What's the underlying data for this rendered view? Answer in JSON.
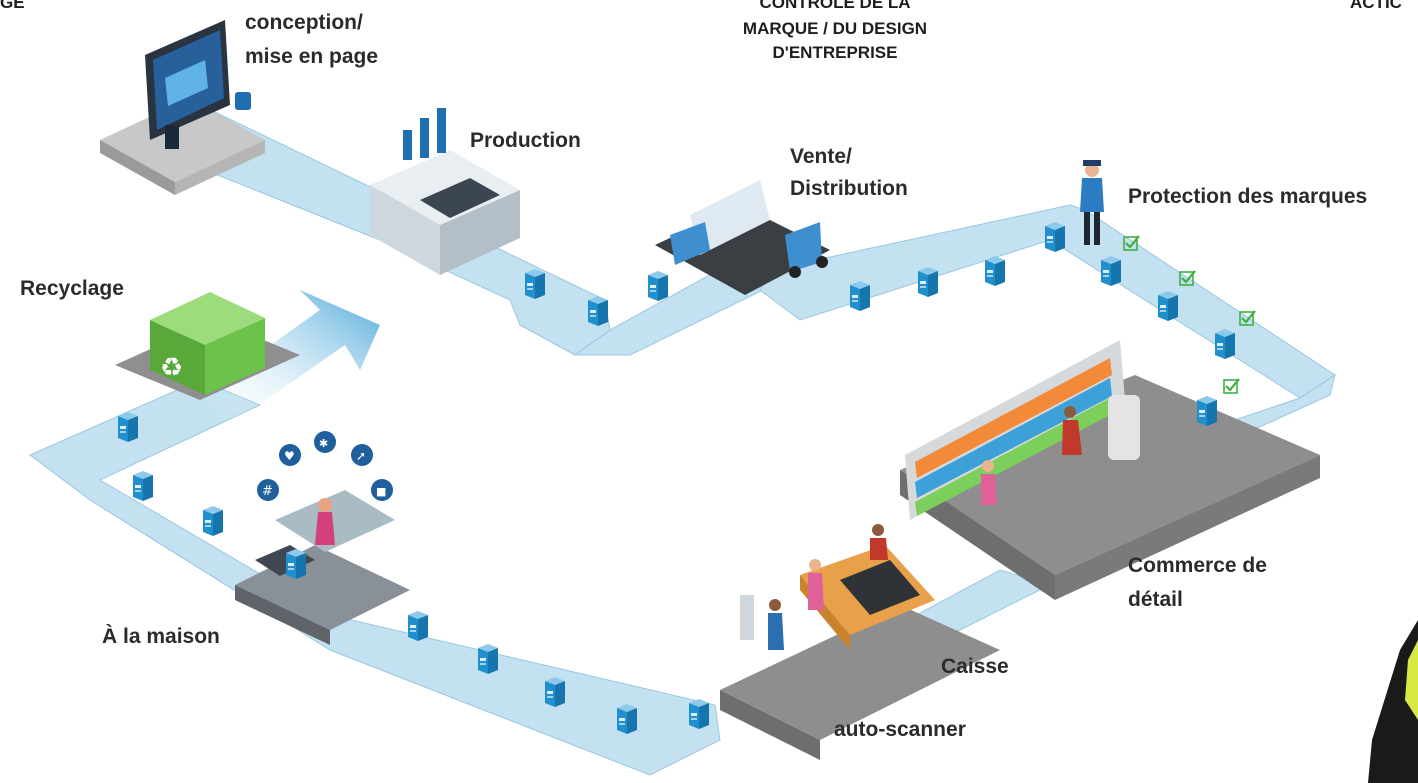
{
  "headers": {
    "left_cut": "GE",
    "center_line1": "CONTRÔLE DE LA",
    "center_line2": "MARQUE / DU DESIGN",
    "center_line3": "D'ENTREPRISE",
    "right_cut": "ACTIC"
  },
  "stages": {
    "design_line1": "conception/",
    "design_line2": "mise en page",
    "production": "Production",
    "sales_line1": "Vente/",
    "sales_line2": "Distribution",
    "brand_protection": "Protection des marques",
    "recycling": "Recyclage",
    "home": "À la maison",
    "retail_line1": "Commerce de",
    "retail_line2": "détail",
    "checkout": "Caisse",
    "self_scan": "auto-scanner"
  },
  "social_icons": [
    "hashtag-icon",
    "heart-icon",
    "cat-icon",
    "share-icon",
    "chat-icon"
  ],
  "colors": {
    "path": "#b9dbec",
    "path_edge": "#8fbfd6",
    "package": "#1f8fce",
    "check": "#3fb044",
    "floor": "#8e8e8e",
    "recycle_green": "#6cc24a",
    "arrow": "#4aa7d8"
  }
}
